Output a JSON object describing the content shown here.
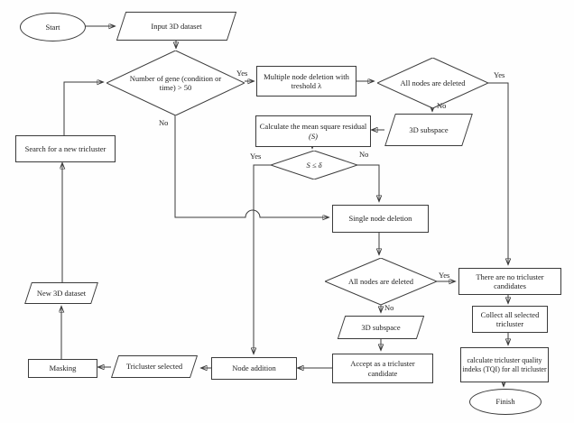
{
  "edge_labels": {
    "yes": "Yes",
    "no": "No"
  },
  "nodes": {
    "start": {
      "type": "terminator",
      "label": "Start"
    },
    "input_dataset": {
      "type": "io",
      "label": "Input 3D dataset"
    },
    "gene_decision": {
      "type": "decision",
      "line1": "Number of gene (condition or",
      "line2": "time) > 50"
    },
    "multiple_deletion": {
      "type": "process",
      "line1": "Multiple node deletion with",
      "line2": "treshold λ"
    },
    "all_deleted_1": {
      "type": "decision",
      "label": "All nodes are deleted"
    },
    "subspace_1": {
      "type": "io",
      "label": "3D subspace"
    },
    "calc_msr": {
      "type": "process",
      "line1": "Calculate the mean square residual",
      "line2": "(S)"
    },
    "msr_decision": {
      "type": "decision",
      "label": "S ≤ δ"
    },
    "single_deletion": {
      "type": "process",
      "label": "Single node deletion"
    },
    "all_deleted_2": {
      "type": "decision",
      "label": "All nodes are deleted"
    },
    "subspace_2": {
      "type": "io",
      "label": "3D subspace"
    },
    "accept_candidate": {
      "type": "process",
      "line1": "Accept as a tricluster",
      "line2": "candidate"
    },
    "node_addition": {
      "type": "process",
      "label": "Node addition"
    },
    "tricluster_selected": {
      "type": "io",
      "label": "Tricluster selected"
    },
    "masking": {
      "type": "process",
      "label": "Masking"
    },
    "new_dataset": {
      "type": "io",
      "label": "New 3D dataset"
    },
    "search_tricluster": {
      "type": "process",
      "label": "Search for a new tricluster"
    },
    "no_candidates": {
      "type": "process",
      "line1": "There are no tricluster",
      "line2": "candidates"
    },
    "collect_selected": {
      "type": "process",
      "line1": "Collect all selected",
      "line2": "tricluster"
    },
    "calc_tqi": {
      "type": "process",
      "line1": "calculate tricluster quality",
      "line2": "indeks (TQI) for all tricluster"
    },
    "finish": {
      "type": "terminator",
      "label": "Finish"
    }
  }
}
